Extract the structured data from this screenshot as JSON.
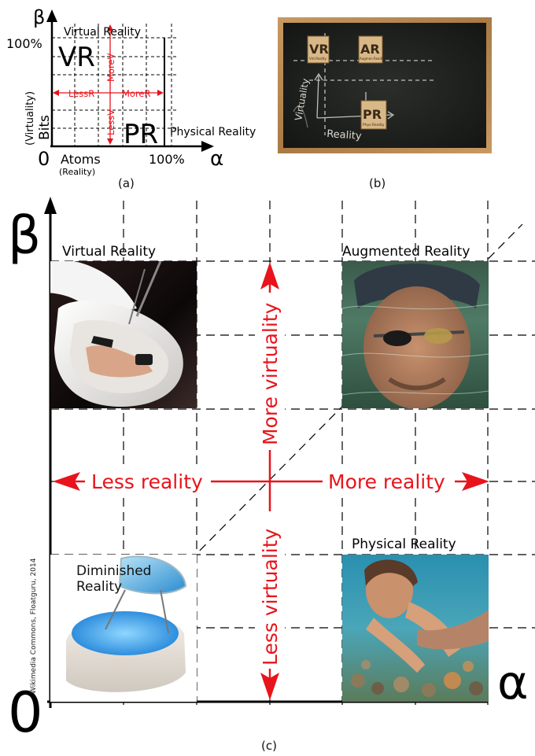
{
  "panel_a": {
    "caption": "(a)",
    "beta": "β",
    "alpha": "α",
    "pct_top": "100%",
    "pct_right": "100%",
    "zero": "0",
    "vr": "VR",
    "pr": "PR",
    "virtual_reality": "Virtual Reality",
    "physical_reality": "Physical Reality",
    "bits": "Bits",
    "virtuality": "(Virtuality)",
    "atoms": "Atoms",
    "reality": "(Reality)",
    "less_r": "LessR",
    "more_r": "MoreR",
    "more_v": "MoreV",
    "less_v": "LessV"
  },
  "panel_b": {
    "caption": "(b)",
    "vr": "VR",
    "ar": "AR",
    "pr": "PR",
    "vr_small": "Virt.Reality",
    "ar_small": "Augmen.Reality",
    "pr_small": "Phys.Reality",
    "virtuality": "Virtuality",
    "reality": "Reality"
  },
  "panel_c": {
    "caption": "(c)",
    "beta": "β",
    "alpha": "α",
    "zero": "0",
    "virtual_reality": "Virtual Reality",
    "augmented_reality": "Augmented Reality",
    "physical_reality": "Physical Reality",
    "diminished_reality": "Diminished Reality",
    "more_virtuality": "More virtuality",
    "less_virtuality": "Less virtuality",
    "less_reality": "Less reality",
    "more_reality": "More reality",
    "credit": "Wikimedia Commons, Floatguru, 2014"
  },
  "colors": {
    "accent_red": "#e8141c",
    "ink": "#000000",
    "chalkboard": "#1d1f1d",
    "frame": "#b98a52"
  }
}
